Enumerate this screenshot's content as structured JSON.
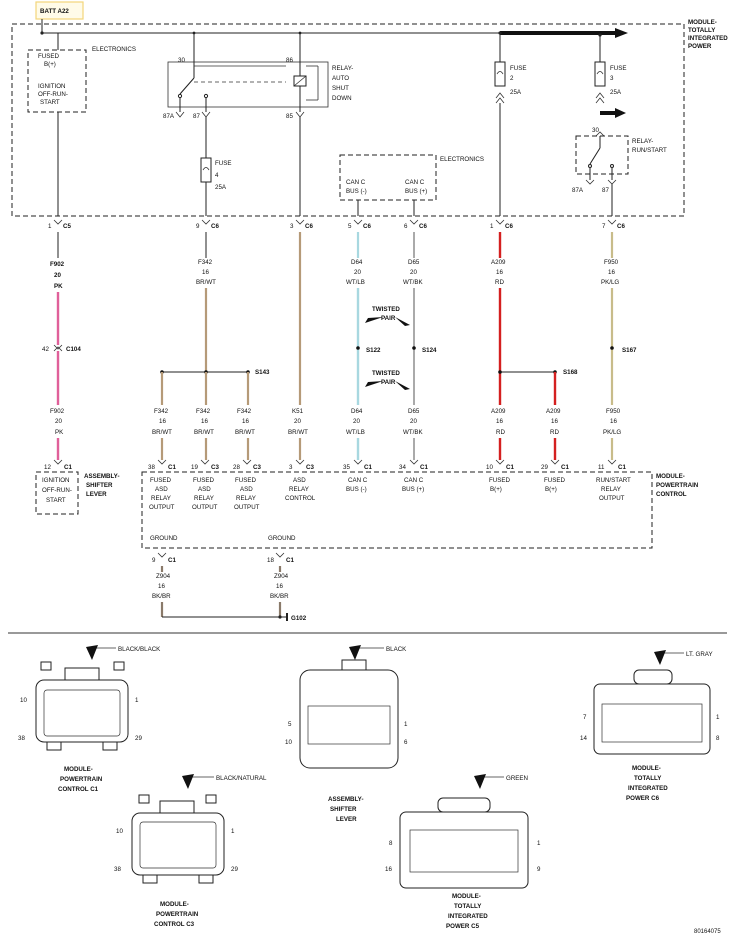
{
  "battery_label": "BATT A22",
  "colors": {
    "pink": "#e0609a",
    "tan": "#b59a78",
    "light_blue": "#a8d8e0",
    "gray": "#aaaaaa",
    "red": "#d42020",
    "pk_lg": "#c8bc8a",
    "bk_br": "#8a7a6a",
    "highlight": "#f2d67a"
  },
  "tipm": {
    "title": [
      "MODULE-",
      "TOTALLY",
      "INTEGRATED",
      "POWER"
    ],
    "electronics_top": "ELECTRONICS",
    "fused_bplus": [
      "FUSED",
      "B(+)"
    ],
    "ignition": [
      "IGNITION",
      "OFF-RUN-",
      "START"
    ],
    "asd_relay": [
      "RELAY-",
      "AUTO",
      "SHUT",
      "DOWN"
    ],
    "asd_pins": [
      "30",
      "86",
      "87A",
      "87",
      "85"
    ],
    "fuse4": [
      "FUSE",
      "4",
      "25A"
    ],
    "fuse2": [
      "FUSE",
      "2",
      "25A"
    ],
    "fuse3": [
      "FUSE",
      "3",
      "25A"
    ],
    "electronics_can": "ELECTRONICS",
    "can_low": [
      "CAN C",
      "BUS (-)"
    ],
    "can_high": [
      "CAN C",
      "BUS (+)"
    ],
    "runstart_relay": [
      "RELAY-",
      "RUN/START"
    ],
    "runstart_pins": [
      "30",
      "87A",
      "87"
    ]
  },
  "circuits": [
    {
      "pin": "1",
      "conn": "C5",
      "wire": [
        "F902",
        "20",
        "PK"
      ],
      "color_key": "pink"
    },
    {
      "pin": "9",
      "conn": "C6",
      "wire": [
        "F342",
        "16",
        "BR/WT"
      ],
      "color_key": "tan"
    },
    {
      "pin": "3",
      "conn": "C6",
      "wire": [
        "K51",
        "20",
        "BR/WT"
      ],
      "color_key": "tan"
    },
    {
      "pin": "5",
      "conn": "C6",
      "wire": [
        "D64",
        "20",
        "WT/LB"
      ],
      "color_key": "light_blue"
    },
    {
      "pin": "6",
      "conn": "C6",
      "wire": [
        "D65",
        "20",
        "WT/BK"
      ],
      "color_key": "gray"
    },
    {
      "pin": "1",
      "conn": "C6",
      "wire": [
        "A209",
        "16",
        "RD"
      ],
      "color_key": "red"
    },
    {
      "pin": "7",
      "conn": "C6",
      "wire": [
        "F950",
        "16",
        "PK/LG"
      ],
      "color_key": "pk_lg"
    }
  ],
  "inline_conn": {
    "pin": "42",
    "name": "C104"
  },
  "twisted_pair": [
    "TWISTED",
    "PAIR"
  ],
  "splices": [
    "S143",
    "S122",
    "S124",
    "S168",
    "S167"
  ],
  "shifter_pin": {
    "pin": "12",
    "conn": "C1",
    "wire": [
      "F902",
      "20",
      "PK"
    ]
  },
  "shifter_label": [
    "ASSEMBLY-",
    "SHIFTER",
    "LEVER"
  ],
  "shifter_text": [
    "IGNITION",
    "OFF-RUN-",
    "START"
  ],
  "pcm_pins": [
    {
      "pin": "38",
      "conn": "C1",
      "wire": [
        "F342",
        "16",
        "BR/WT"
      ],
      "func": [
        "FUSED",
        "ASD",
        "RELAY",
        "OUTPUT"
      ]
    },
    {
      "pin": "19",
      "conn": "C3",
      "wire": [
        "F342",
        "16",
        "BR/WT"
      ],
      "func": [
        "FUSED",
        "ASD",
        "RELAY",
        "OUTPUT"
      ]
    },
    {
      "pin": "28",
      "conn": "C3",
      "wire": [
        "F342",
        "16",
        "BR/WT"
      ],
      "func": [
        "FUSED",
        "ASD",
        "RELAY",
        "OUTPUT"
      ]
    },
    {
      "pin": "3",
      "conn": "C3",
      "wire": [
        "K51",
        "20",
        "BR/WT"
      ],
      "func": [
        "ASD",
        "RELAY",
        "CONTROL"
      ]
    },
    {
      "pin": "35",
      "conn": "C1",
      "wire": [
        "D64",
        "20",
        "WT/LB"
      ],
      "func": [
        "CAN C",
        "BUS (-)"
      ]
    },
    {
      "pin": "34",
      "conn": "C1",
      "wire": [
        "D65",
        "20",
        "WT/BK"
      ],
      "func": [
        "CAN C",
        "BUS (+)"
      ]
    },
    {
      "pin": "10",
      "conn": "C1",
      "wire": [
        "A209",
        "16",
        "RD"
      ],
      "func": [
        "FUSED",
        "B(+)"
      ]
    },
    {
      "pin": "29",
      "conn": "C1",
      "wire": [
        "A209",
        "16",
        "RD"
      ],
      "func": [
        "FUSED",
        "B(+)"
      ]
    },
    {
      "pin": "11",
      "conn": "C1",
      "wire": [
        "F950",
        "16",
        "PK/LG"
      ],
      "func": [
        "RUN/START",
        "RELAY",
        "OUTPUT"
      ]
    }
  ],
  "pcm_label": [
    "MODULE-",
    "POWERTRAIN",
    "CONTROL"
  ],
  "grounds": [
    {
      "label": "GROUND",
      "pin": "9",
      "conn": "C1",
      "wire": [
        "Z904",
        "16",
        "BK/BR"
      ]
    },
    {
      "label": "GROUND",
      "pin": "18",
      "conn": "C1",
      "wire": [
        "Z904",
        "16",
        "BK/BR"
      ]
    }
  ],
  "ground_point": "G102",
  "connector_views": [
    {
      "color": "BLACK/BLACK",
      "name": [
        "MODULE-",
        "POWERTRAIN",
        "CONTROL C1"
      ],
      "pins": [
        "10",
        "1",
        "38",
        "29"
      ]
    },
    {
      "color": "BLACK/NATURAL",
      "name": [
        "MODULE-",
        "POWERTRAIN",
        "CONTROL C3"
      ],
      "pins": [
        "10",
        "1",
        "38",
        "29"
      ]
    },
    {
      "color": "BLACK",
      "name": [
        "ASSEMBLY-",
        "SHIFTER",
        "LEVER"
      ],
      "pins": [
        "5",
        "1",
        "10",
        "6"
      ]
    },
    {
      "color": "GREEN",
      "name": [
        "MODULE-",
        "TOTALLY",
        "INTEGRATED",
        "POWER C5"
      ],
      "pins": [
        "8",
        "1",
        "16",
        "9"
      ]
    },
    {
      "color": "LT. GRAY",
      "name": [
        "MODULE-",
        "TOTALLY",
        "INTEGRATED",
        "POWER C6"
      ],
      "pins": [
        "7",
        "1",
        "14",
        "8"
      ]
    }
  ],
  "figure_id": "80164075"
}
